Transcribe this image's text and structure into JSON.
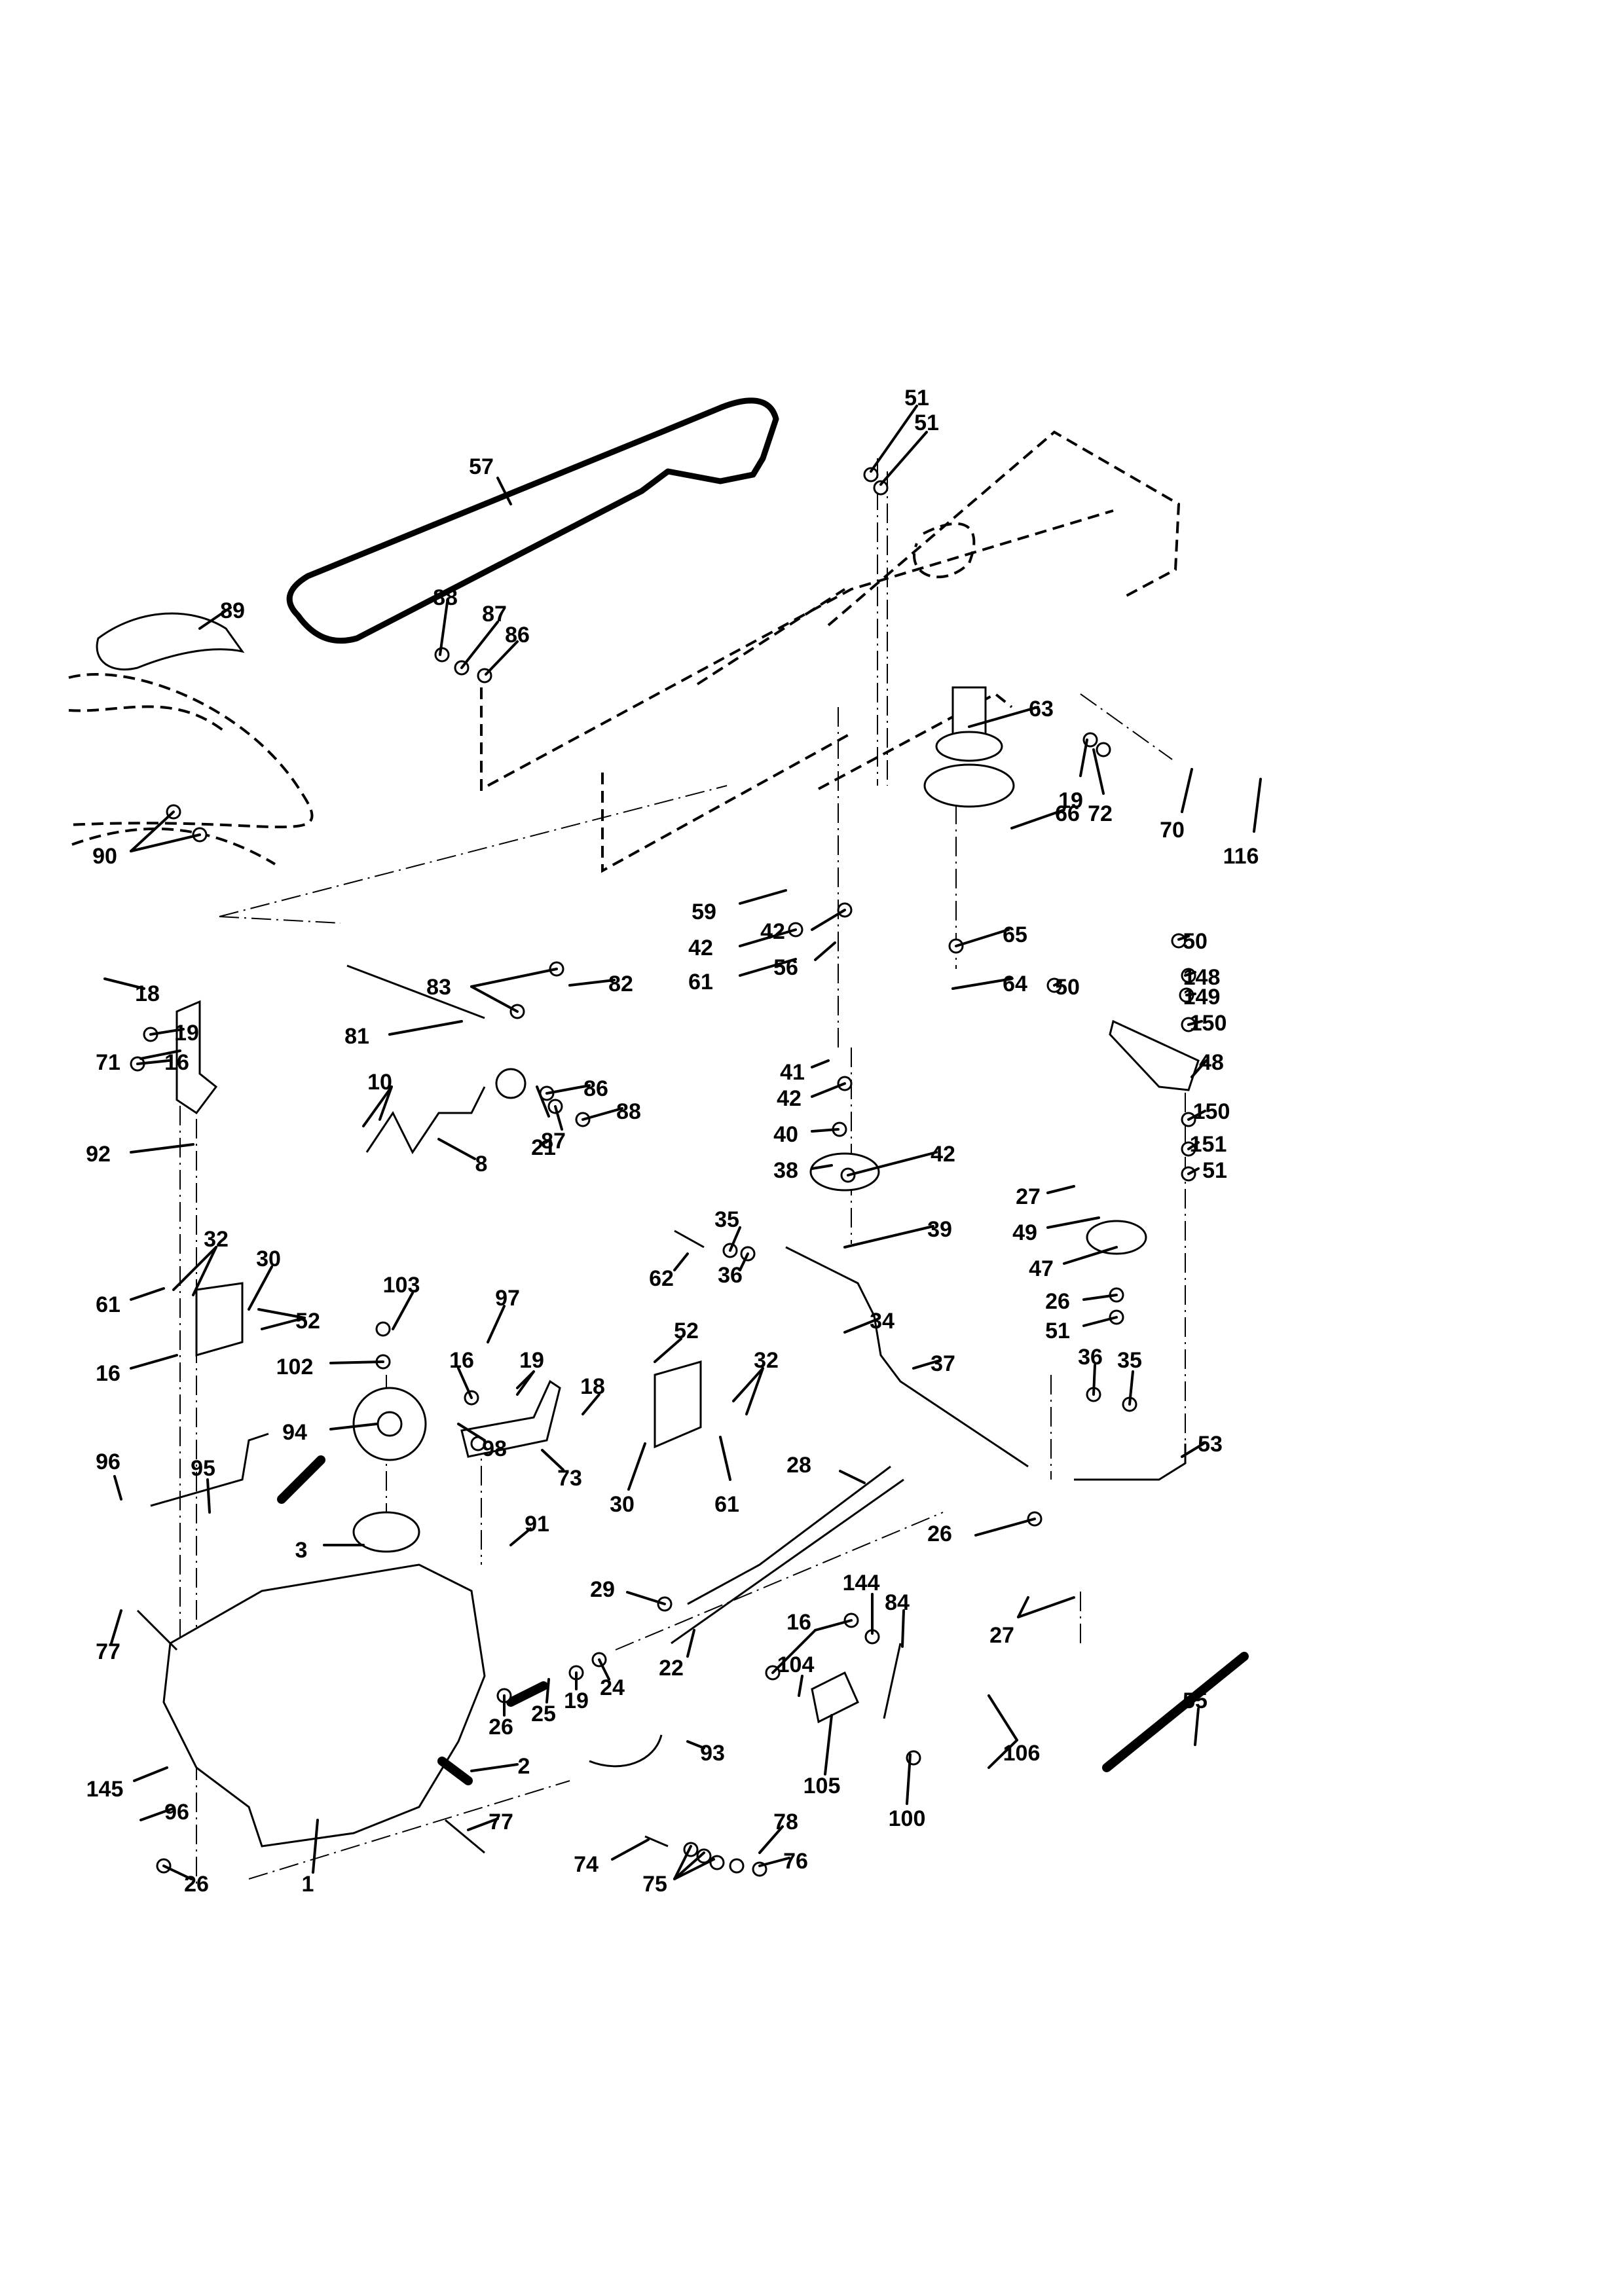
{
  "document": {
    "type": "exploded parts diagram",
    "subject": "ground drive / transaxle assembly"
  },
  "callouts": [
    {
      "id": "57",
      "label": "57"
    },
    {
      "id": "51a",
      "label": "51"
    },
    {
      "id": "51b",
      "label": "51"
    },
    {
      "id": "89",
      "label": "89"
    },
    {
      "id": "88a",
      "label": "88"
    },
    {
      "id": "87a",
      "label": "87"
    },
    {
      "id": "86a",
      "label": "86"
    },
    {
      "id": "63",
      "label": "63"
    },
    {
      "id": "19a",
      "label": "19"
    },
    {
      "id": "72",
      "label": "72"
    },
    {
      "id": "70",
      "label": "70"
    },
    {
      "id": "116",
      "label": "116"
    },
    {
      "id": "90",
      "label": "90"
    },
    {
      "id": "66",
      "label": "66"
    },
    {
      "id": "59",
      "label": "59"
    },
    {
      "id": "42a",
      "label": "42"
    },
    {
      "id": "42b",
      "label": "42"
    },
    {
      "id": "61a",
      "label": "61"
    },
    {
      "id": "56",
      "label": "56"
    },
    {
      "id": "65",
      "label": "65"
    },
    {
      "id": "64",
      "label": "64"
    },
    {
      "id": "50a",
      "label": "50"
    },
    {
      "id": "50b",
      "label": "50"
    },
    {
      "id": "148",
      "label": "148"
    },
    {
      "id": "149",
      "label": "149"
    },
    {
      "id": "150a",
      "label": "150"
    },
    {
      "id": "48",
      "label": "48"
    },
    {
      "id": "150b",
      "label": "150"
    },
    {
      "id": "151",
      "label": "151"
    },
    {
      "id": "51c",
      "label": "51"
    },
    {
      "id": "18a",
      "label": "18"
    },
    {
      "id": "19b",
      "label": "19"
    },
    {
      "id": "71",
      "label": "71"
    },
    {
      "id": "16a",
      "label": "16"
    },
    {
      "id": "92",
      "label": "92"
    },
    {
      "id": "83",
      "label": "83"
    },
    {
      "id": "82",
      "label": "82"
    },
    {
      "id": "81",
      "label": "81"
    },
    {
      "id": "86b",
      "label": "86"
    },
    {
      "id": "88b",
      "label": "88"
    },
    {
      "id": "87b",
      "label": "87"
    },
    {
      "id": "10",
      "label": "10"
    },
    {
      "id": "21",
      "label": "21"
    },
    {
      "id": "8",
      "label": "8"
    },
    {
      "id": "41",
      "label": "41"
    },
    {
      "id": "42c",
      "label": "42"
    },
    {
      "id": "40",
      "label": "40"
    },
    {
      "id": "38",
      "label": "38"
    },
    {
      "id": "42d",
      "label": "42"
    },
    {
      "id": "39",
      "label": "39"
    },
    {
      "id": "27a",
      "label": "27"
    },
    {
      "id": "49",
      "label": "49"
    },
    {
      "id": "47",
      "label": "47"
    },
    {
      "id": "26a",
      "label": "26"
    },
    {
      "id": "51d",
      "label": "51"
    },
    {
      "id": "32a",
      "label": "32"
    },
    {
      "id": "30a",
      "label": "30"
    },
    {
      "id": "61b",
      "label": "61"
    },
    {
      "id": "52a",
      "label": "52"
    },
    {
      "id": "16b",
      "label": "16"
    },
    {
      "id": "103",
      "label": "103"
    },
    {
      "id": "97",
      "label": "97"
    },
    {
      "id": "62",
      "label": "62"
    },
    {
      "id": "35a",
      "label": "35"
    },
    {
      "id": "36a",
      "label": "36"
    },
    {
      "id": "34",
      "label": "34"
    },
    {
      "id": "37",
      "label": "37"
    },
    {
      "id": "102",
      "label": "102"
    },
    {
      "id": "16c",
      "label": "16"
    },
    {
      "id": "19c",
      "label": "19"
    },
    {
      "id": "18b",
      "label": "18"
    },
    {
      "id": "52b",
      "label": "52"
    },
    {
      "id": "32b",
      "label": "32"
    },
    {
      "id": "94",
      "label": "94"
    },
    {
      "id": "73",
      "label": "73"
    },
    {
      "id": "30b",
      "label": "30"
    },
    {
      "id": "61c",
      "label": "61"
    },
    {
      "id": "36b",
      "label": "36"
    },
    {
      "id": "35b",
      "label": "35"
    },
    {
      "id": "96a",
      "label": "96"
    },
    {
      "id": "95",
      "label": "95"
    },
    {
      "id": "98",
      "label": "98"
    },
    {
      "id": "28",
      "label": "28"
    },
    {
      "id": "53",
      "label": "53"
    },
    {
      "id": "3",
      "label": "3"
    },
    {
      "id": "26b",
      "label": "26"
    },
    {
      "id": "29",
      "label": "29"
    },
    {
      "id": "91",
      "label": "91"
    },
    {
      "id": "144",
      "label": "144"
    },
    {
      "id": "84",
      "label": "84"
    },
    {
      "id": "27b",
      "label": "27"
    },
    {
      "id": "22",
      "label": "22"
    },
    {
      "id": "16d",
      "label": "16"
    },
    {
      "id": "104",
      "label": "104"
    },
    {
      "id": "77a",
      "label": "77"
    },
    {
      "id": "24",
      "label": "24"
    },
    {
      "id": "19d",
      "label": "19"
    },
    {
      "id": "25",
      "label": "25"
    },
    {
      "id": "26c",
      "label": "26"
    },
    {
      "id": "55",
      "label": "55"
    },
    {
      "id": "106",
      "label": "106"
    },
    {
      "id": "93",
      "label": "93"
    },
    {
      "id": "145",
      "label": "145"
    },
    {
      "id": "2",
      "label": "2"
    },
    {
      "id": "105",
      "label": "105"
    },
    {
      "id": "100",
      "label": "100"
    },
    {
      "id": "96b",
      "label": "96"
    },
    {
      "id": "77b",
      "label": "77"
    },
    {
      "id": "78",
      "label": "78"
    },
    {
      "id": "74",
      "label": "74"
    },
    {
      "id": "75",
      "label": "75"
    },
    {
      "id": "76",
      "label": "76"
    },
    {
      "id": "1",
      "label": "1"
    },
    {
      "id": "26d",
      "label": "26"
    }
  ],
  "part_numbers_present": [
    "1",
    "2",
    "3",
    "8",
    "10",
    "16",
    "18",
    "19",
    "21",
    "22",
    "24",
    "25",
    "26",
    "27",
    "28",
    "29",
    "30",
    "32",
    "34",
    "35",
    "36",
    "37",
    "38",
    "39",
    "40",
    "41",
    "42",
    "47",
    "48",
    "49",
    "50",
    "51",
    "52",
    "53",
    "55",
    "56",
    "57",
    "59",
    "61",
    "62",
    "63",
    "64",
    "65",
    "66",
    "70",
    "71",
    "72",
    "73",
    "74",
    "75",
    "76",
    "77",
    "78",
    "81",
    "82",
    "83",
    "84",
    "86",
    "87",
    "88",
    "89",
    "90",
    "91",
    "92",
    "93",
    "94",
    "95",
    "96",
    "97",
    "98",
    "100",
    "102",
    "103",
    "104",
    "105",
    "106",
    "116",
    "144",
    "145",
    "148",
    "149",
    "150",
    "151"
  ]
}
